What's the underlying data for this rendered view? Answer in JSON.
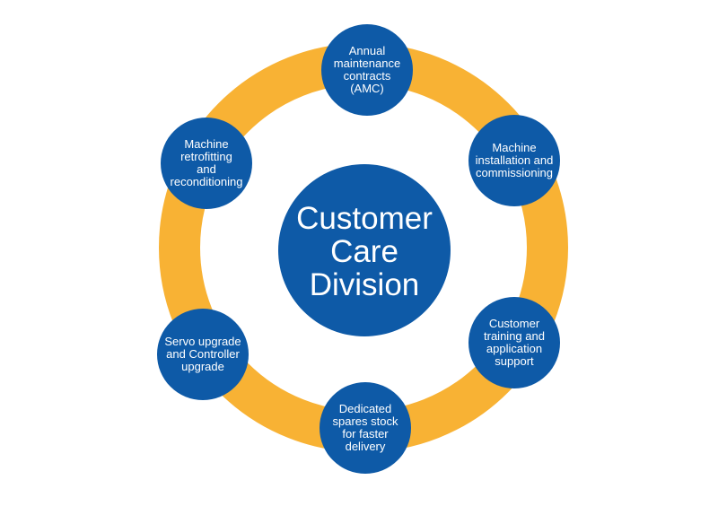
{
  "diagram": {
    "colors": {
      "ring": "#F8B234",
      "node": "#0E5AA7",
      "text": "#FFFFFF"
    },
    "center": {
      "label": "Customer\nCare\nDivision"
    },
    "nodes": [
      {
        "label": "Annual\nmaintenance\ncontracts\n(AMC)"
      },
      {
        "label": "Machine\ninstallation and\ncommissioning"
      },
      {
        "label": "Customer\ntraining and\napplication\nsupport"
      },
      {
        "label": "Dedicated\nspares stock\nfor faster\ndelivery"
      },
      {
        "label": "Servo upgrade\nand Controller\nupgrade"
      },
      {
        "label": "Machine\nretrofitting\nand\nreconditioning"
      }
    ]
  }
}
